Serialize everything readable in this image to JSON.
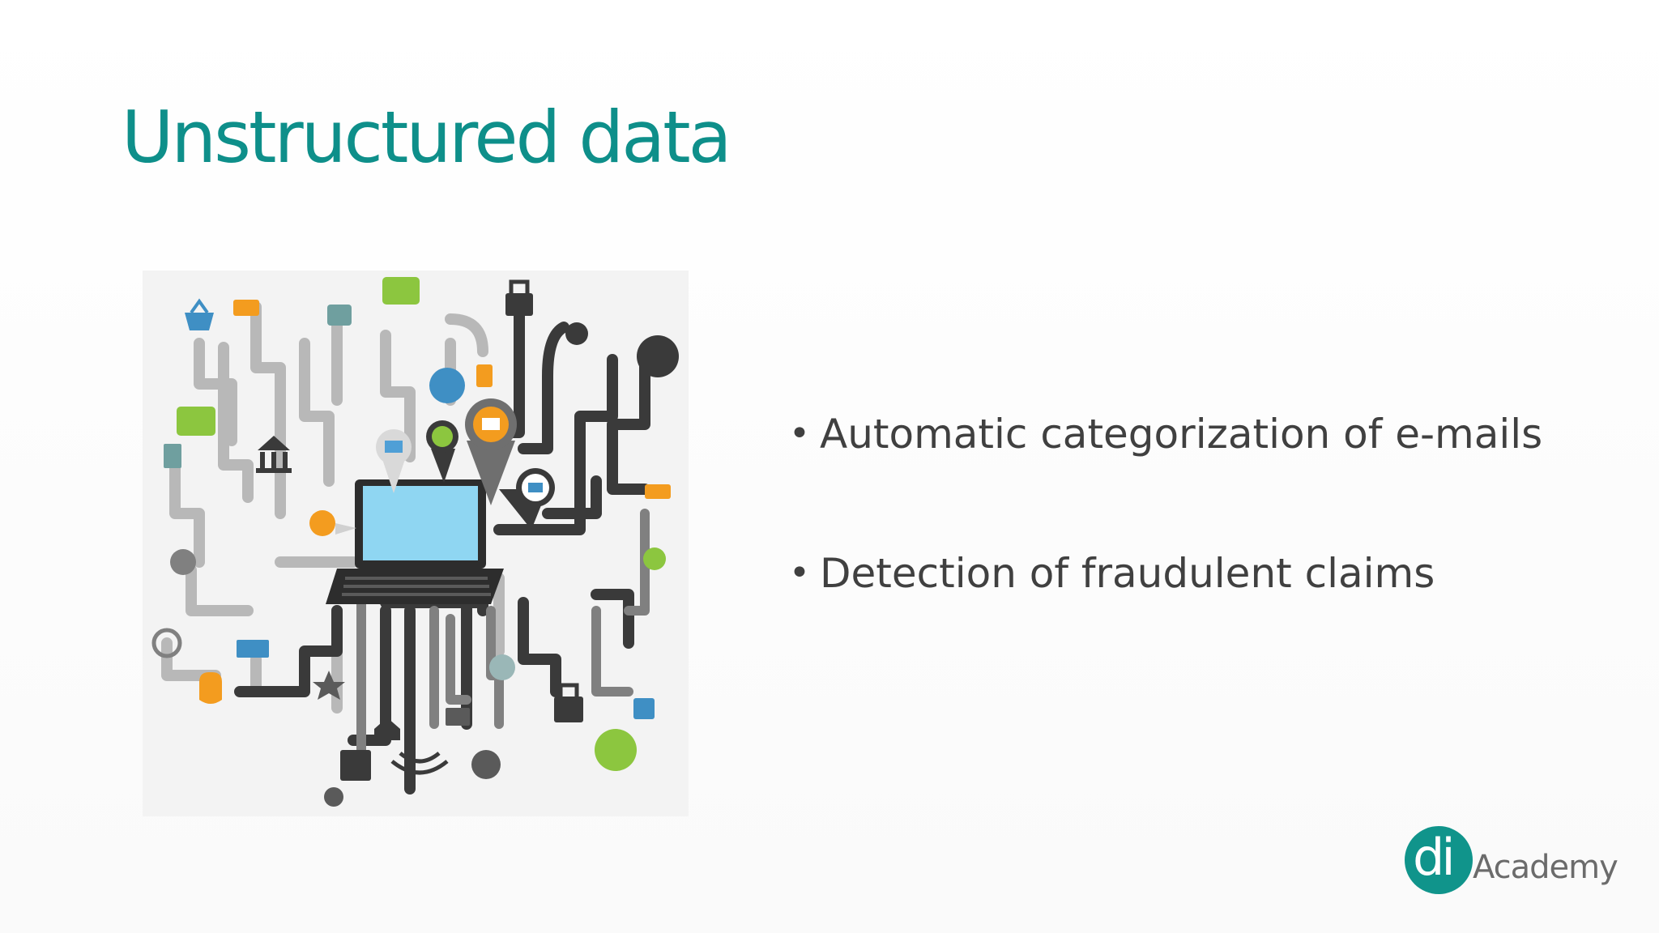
{
  "slide": {
    "title": "Unstructured data",
    "bullets": [
      "Automatic categorization of e-mails",
      "Detection of fraudulent claims"
    ],
    "bullet_glyph": "•"
  },
  "illustration": {
    "icons": [
      "laptop-icon",
      "envelope-icon",
      "dollar-icon",
      "pound-icon",
      "euro-icon",
      "yen-icon",
      "at-sign-icon",
      "lock-icon",
      "bank-icon",
      "globe-icon",
      "briefcase-icon",
      "wallet-icon",
      "money-bag-icon",
      "house-icon",
      "star-icon",
      "safe-icon",
      "calculator-icon"
    ],
    "colors": {
      "pipes_dark": "#3a3a3a",
      "pipes_light": "#b8b8b8",
      "accent_green": "#8cc63f",
      "accent_orange": "#f39c1f",
      "accent_blue": "#3f8fc4",
      "screen": "#8fd6f2"
    }
  },
  "logo": {
    "mark": "di",
    "wordmark": "Academy",
    "colors": {
      "circle": "#10948b",
      "wordmark": "#6b6b6b"
    }
  },
  "theme": {
    "title_color": "#0e8f8a",
    "body_color": "#404040"
  }
}
